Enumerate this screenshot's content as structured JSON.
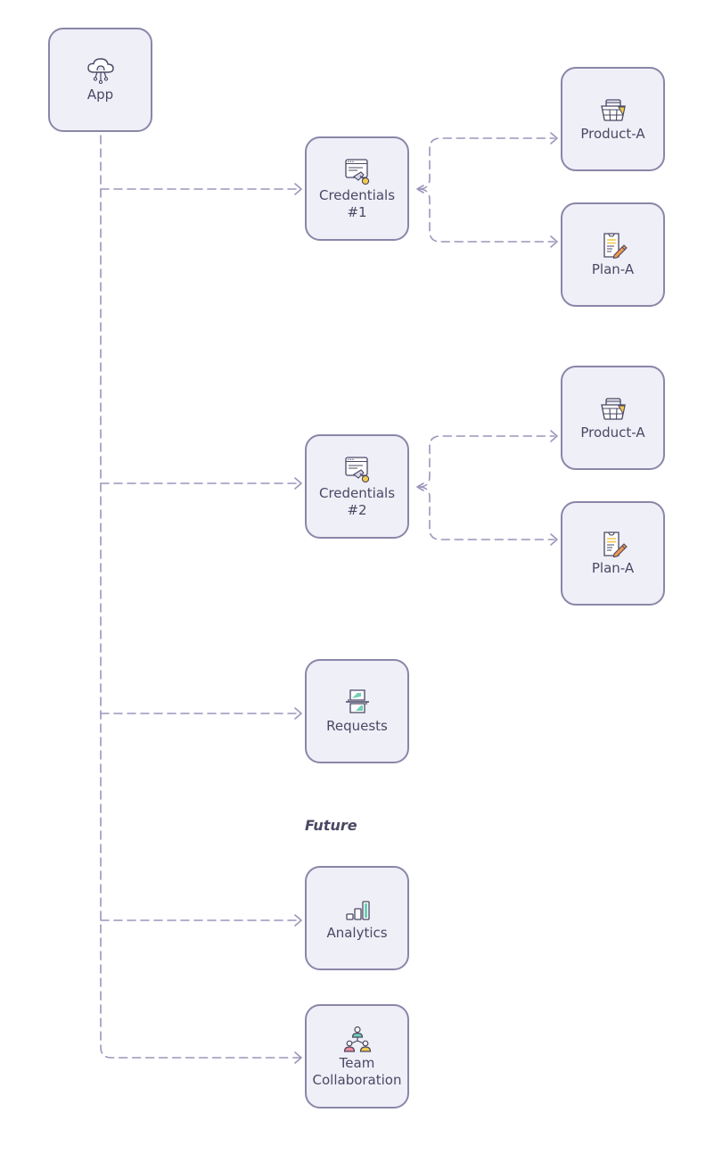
{
  "nodes": {
    "app": {
      "label": "App",
      "icon": "cloud-network-icon"
    },
    "credentials_1": {
      "label_line1": "Credentials",
      "label_line2": "#1",
      "icon": "credential-key-icon"
    },
    "product_a_1": {
      "label": "Product-A",
      "icon": "shopping-basket-icon"
    },
    "plan_a_1": {
      "label": "Plan-A",
      "icon": "clipboard-pencil-icon"
    },
    "credentials_2": {
      "label_line1": "Credentials",
      "label_line2": "#2",
      "icon": "credential-key-icon"
    },
    "product_a_2": {
      "label": "Product-A",
      "icon": "shopping-basket-icon"
    },
    "plan_a_2": {
      "label": "Plan-A",
      "icon": "clipboard-pencil-icon"
    },
    "requests": {
      "label": "Requests",
      "icon": "request-exchange-icon"
    },
    "analytics": {
      "label": "Analytics",
      "icon": "bar-chart-icon"
    },
    "team_collaboration": {
      "label_line1": "Team",
      "label_line2": "Collaboration",
      "icon": "team-network-icon"
    }
  },
  "sections": {
    "future": "Future"
  },
  "colors": {
    "node_fill": "#efeff8",
    "node_border": "#8a86a8",
    "connector": "#9a96bc",
    "text": "#4a4864"
  }
}
